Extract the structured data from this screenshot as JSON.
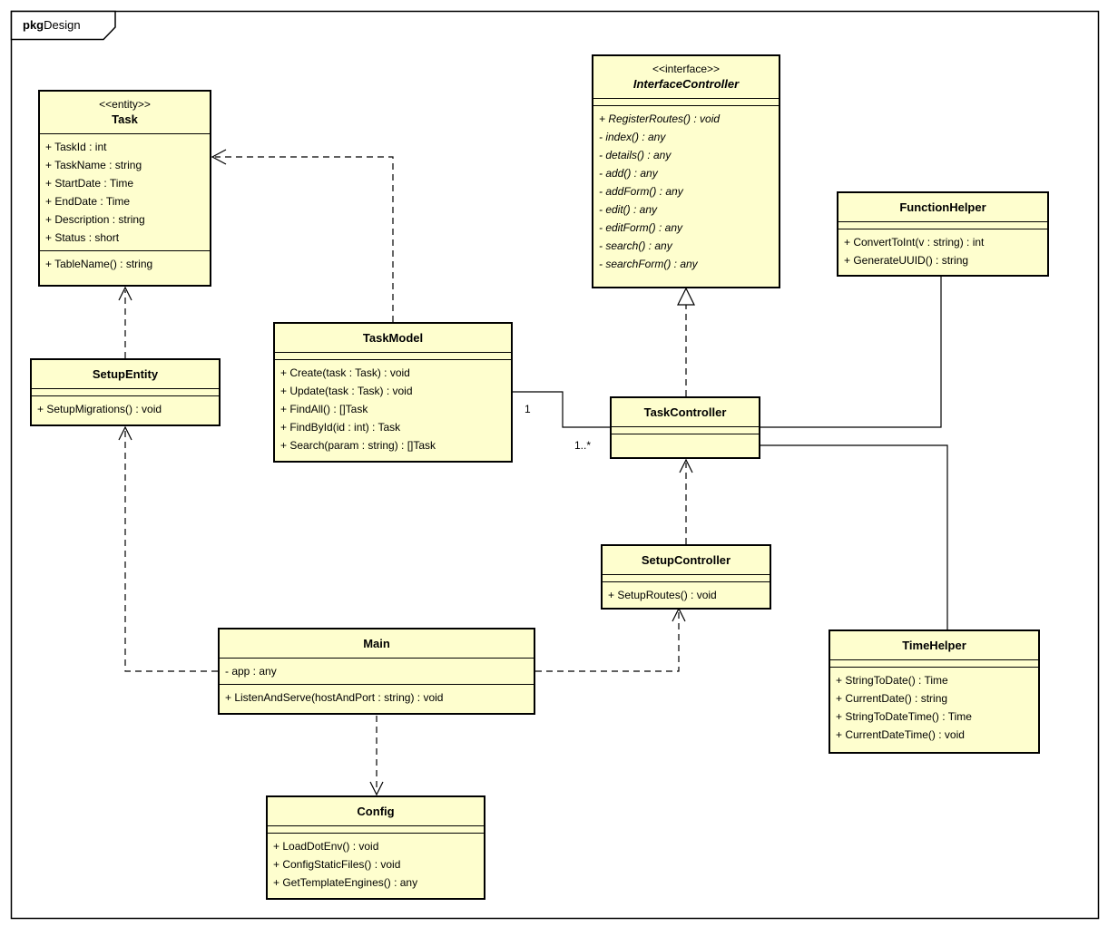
{
  "frame": {
    "kind": "pkg",
    "name": "Design"
  },
  "colors": {
    "class_fill": "#FEFECE",
    "border": "#000000",
    "background": "#FFFFFF"
  },
  "classes": {
    "task": {
      "stereotype": "<<entity>>",
      "name": "Task",
      "attributes": [
        "+ TaskId : int",
        "+ TaskName : string",
        "+ StartDate : Time",
        "+ EndDate : Time",
        "+ Description : string",
        "+ Status : short"
      ],
      "operations": [
        "+ TableName() : string"
      ]
    },
    "interface_controller": {
      "stereotype": "<<interface>>",
      "name": "InterfaceController",
      "attributes": [],
      "operations": [
        "+ RegisterRoutes() : void",
        "- index() : any",
        "- details() : any",
        "- add() : any",
        "- addForm() : any",
        "- edit() : any",
        "- editForm() : any",
        "- search() : any",
        "- searchForm() : any"
      ]
    },
    "function_helper": {
      "name": "FunctionHelper",
      "attributes": [],
      "operations": [
        "+ ConvertToInt(v : string) : int",
        "+ GenerateUUID() : string"
      ]
    },
    "task_model": {
      "name": "TaskModel",
      "attributes": [],
      "operations": [
        "+ Create(task : Task) : void",
        "+ Update(task : Task) : void",
        "+ FindAll() : []Task",
        "+ FindById(id : int) : Task",
        "+ Search(param : string) : []Task"
      ]
    },
    "setup_entity": {
      "name": "SetupEntity",
      "attributes": [],
      "operations": [
        "+ SetupMigrations() : void"
      ]
    },
    "task_controller": {
      "name": "TaskController",
      "attributes": [],
      "operations": []
    },
    "setup_controller": {
      "name": "SetupController",
      "attributes": [],
      "operations": [
        "+ SetupRoutes() : void"
      ]
    },
    "main": {
      "name": "Main",
      "attributes": [
        "- app : any"
      ],
      "operations": [
        "+ ListenAndServe(hostAndPort : string) : void"
      ]
    },
    "time_helper": {
      "name": "TimeHelper",
      "attributes": [],
      "operations": [
        "+ StringToDate() : Time",
        "+ CurrentDate() : string",
        "+ StringToDateTime() : Time",
        "+ CurrentDateTime() : void"
      ]
    },
    "config": {
      "name": "Config",
      "attributes": [],
      "operations": [
        "+ LoadDotEnv() : void",
        "+ ConfigStaticFiles() : void",
        "+ GetTemplateEngines() : any"
      ]
    }
  },
  "relationships": {
    "taskmodel_task": {
      "from": "TaskModel",
      "to": "Task",
      "type": "dependency"
    },
    "setupentity_task": {
      "from": "SetupEntity",
      "to": "Task",
      "type": "dependency"
    },
    "main_setupentity": {
      "from": "Main",
      "to": "SetupEntity",
      "type": "dependency"
    },
    "taskcontroller_interfacecontroller": {
      "from": "TaskController",
      "to": "InterfaceController",
      "type": "realization"
    },
    "taskmodel_taskcontroller": {
      "from": "TaskModel",
      "to": "TaskController",
      "type": "association",
      "multiplicity_taskmodel_end": "1",
      "multiplicity_taskcontroller_end": "1..*"
    },
    "taskcontroller_functionhelper": {
      "from": "TaskController",
      "to": "FunctionHelper",
      "type": "association"
    },
    "taskcontroller_timehelper": {
      "from": "TaskController",
      "to": "TimeHelper",
      "type": "association"
    },
    "setupcontroller_taskcontroller": {
      "from": "SetupController",
      "to": "TaskController",
      "type": "dependency"
    },
    "main_setupcontroller": {
      "from": "Main",
      "to": "SetupController",
      "type": "dependency"
    },
    "main_config": {
      "from": "Main",
      "to": "Config",
      "type": "dependency"
    }
  }
}
